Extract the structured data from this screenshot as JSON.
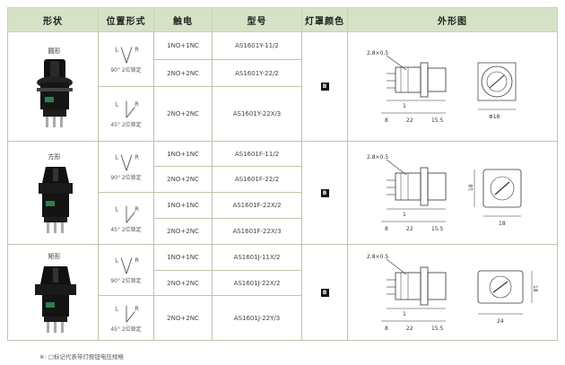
{
  "headers": {
    "shape": "形状",
    "position": "位置形式",
    "contact": "触电",
    "model": "型号",
    "lamp": "灯罩颜色",
    "outline": "外形图"
  },
  "rows": [
    {
      "shape": "圆形",
      "lamp": "B",
      "groups": [
        {
          "pos_left": "L",
          "pos_right": "R",
          "pos_label": "90° 2位锁定",
          "items": [
            {
              "contact": "1NO+1NC",
              "model": "AS1601Y-11/2"
            },
            {
              "contact": "2NO+2NC",
              "model": "AS1601Y-22/2"
            }
          ]
        },
        {
          "pos_left": "L",
          "pos_right": "R",
          "pos_label": "45° 2位锁定",
          "items": [
            {
              "contact": "2NO+2NC",
              "model": "AS1601Y-22X/3"
            }
          ]
        }
      ],
      "dims": {
        "side": "2.8×0.5",
        "a": "1",
        "b": "8",
        "c": "22",
        "d": "15.5",
        "front": "Φ18"
      }
    },
    {
      "shape": "方形",
      "lamp": "B",
      "groups": [
        {
          "pos_left": "L",
          "pos_right": "R",
          "pos_label": "90° 2位锁定",
          "items": [
            {
              "contact": "1NO+1NC",
              "model": "AS1601F-11/2"
            },
            {
              "contact": "2NO+2NC",
              "model": "AS1601F-22/2"
            }
          ]
        },
        {
          "pos_left": "L",
          "pos_right": "R",
          "pos_label": "45° 2位锁定",
          "items": [
            {
              "contact": "1NO+1NC",
              "model": "AS1601F-22X/2"
            },
            {
              "contact": "2NO+2NC",
              "model": "AS1601F-22X/3"
            }
          ]
        }
      ],
      "dims": {
        "side": "2.8×0.5",
        "a": "1",
        "b": "8",
        "c": "22",
        "d": "15.5",
        "front_w": "18",
        "front_h": "18"
      }
    },
    {
      "shape": "矩形",
      "lamp": "B",
      "groups": [
        {
          "pos_left": "L",
          "pos_right": "R",
          "pos_label": "90° 2位锁定",
          "items": [
            {
              "contact": "1NO+1NC",
              "model": "AS1601J-11X/2"
            },
            {
              "contact": "2NO+2NC",
              "model": "AS1601J-22X/2"
            }
          ]
        },
        {
          "pos_left": "L",
          "pos_right": "R",
          "pos_label": "45° 2位锁定",
          "items": [
            {
              "contact": "2NO+2NC",
              "model": "AS1601J-22Y/3"
            }
          ]
        }
      ],
      "dims": {
        "side": "2.8×0.5",
        "a": "1",
        "b": "8",
        "c": "22",
        "d": "15.5",
        "front_w": "24",
        "front_h": "18"
      }
    }
  ],
  "footnote": "※: □标记代表带灯按钮电压规格"
}
